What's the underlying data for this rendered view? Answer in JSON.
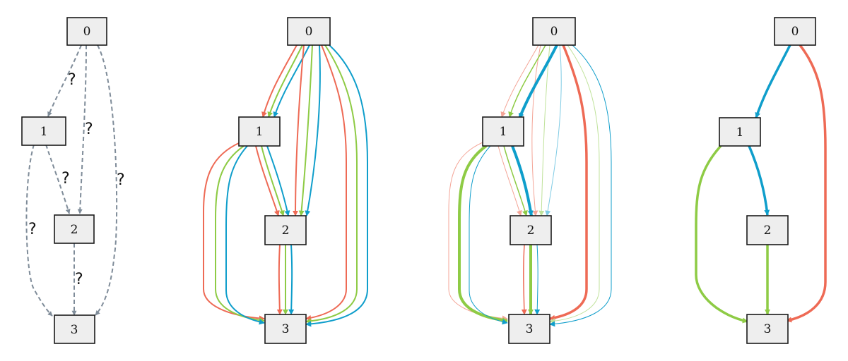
{
  "colors": {
    "dashed": "#7f8c99",
    "red": "#ee6a55",
    "green": "#8ecb45",
    "blue": "#0f9ecb",
    "node_fill": "#eeeeee",
    "node_border": "#1a1a1a"
  },
  "nodes": {
    "n0": "0",
    "n1": "1",
    "n2": "2",
    "n3": "3"
  },
  "edge_marker": "?",
  "panels": [
    {
      "id": "uncertain-graph",
      "edges": [
        {
          "from": "0",
          "to": "1",
          "style": "dashed",
          "label": "?"
        },
        {
          "from": "0",
          "to": "2",
          "style": "dashed",
          "label": "?"
        },
        {
          "from": "0",
          "to": "3",
          "style": "dashed",
          "label": "?"
        },
        {
          "from": "1",
          "to": "2",
          "style": "dashed",
          "label": "?"
        },
        {
          "from": "1",
          "to": "3",
          "style": "dashed",
          "label": "?"
        },
        {
          "from": "2",
          "to": "3",
          "style": "dashed",
          "label": "?"
        }
      ]
    },
    {
      "id": "all-sampled-paths",
      "edges": [
        {
          "from": "0",
          "to": "1",
          "colors": [
            "red",
            "green",
            "blue"
          ]
        },
        {
          "from": "0",
          "to": "2",
          "colors": [
            "red",
            "green",
            "blue"
          ]
        },
        {
          "from": "0",
          "to": "3",
          "colors": [
            "red",
            "green",
            "blue"
          ]
        },
        {
          "from": "1",
          "to": "2",
          "colors": [
            "red",
            "green",
            "blue"
          ]
        },
        {
          "from": "1",
          "to": "3",
          "colors": [
            "red",
            "green",
            "blue"
          ]
        },
        {
          "from": "2",
          "to": "3",
          "colors": [
            "red",
            "green",
            "blue"
          ]
        }
      ]
    },
    {
      "id": "weighted-paths",
      "edges": [
        {
          "from": "0",
          "to": "1",
          "colors": [
            "red",
            "green",
            "blue"
          ],
          "emphasis": "blue"
        },
        {
          "from": "0",
          "to": "3",
          "colors": [
            "red",
            "green",
            "blue"
          ],
          "emphasis": "red"
        },
        {
          "from": "1",
          "to": "2",
          "colors": [
            "red",
            "green",
            "blue"
          ],
          "emphasis": "blue"
        },
        {
          "from": "1",
          "to": "3",
          "colors": [
            "red",
            "green",
            "blue"
          ],
          "emphasis": "green"
        },
        {
          "from": "2",
          "to": "3",
          "colors": [
            "red",
            "green",
            "blue"
          ],
          "emphasis": "green"
        }
      ]
    },
    {
      "id": "selected-paths",
      "edges": [
        {
          "from": "0",
          "to": "1",
          "color": "blue"
        },
        {
          "from": "1",
          "to": "2",
          "color": "blue"
        },
        {
          "from": "2",
          "to": "3",
          "color": "green"
        },
        {
          "from": "1",
          "to": "3",
          "color": "green"
        },
        {
          "from": "0",
          "to": "3",
          "color": "red"
        }
      ]
    }
  ]
}
